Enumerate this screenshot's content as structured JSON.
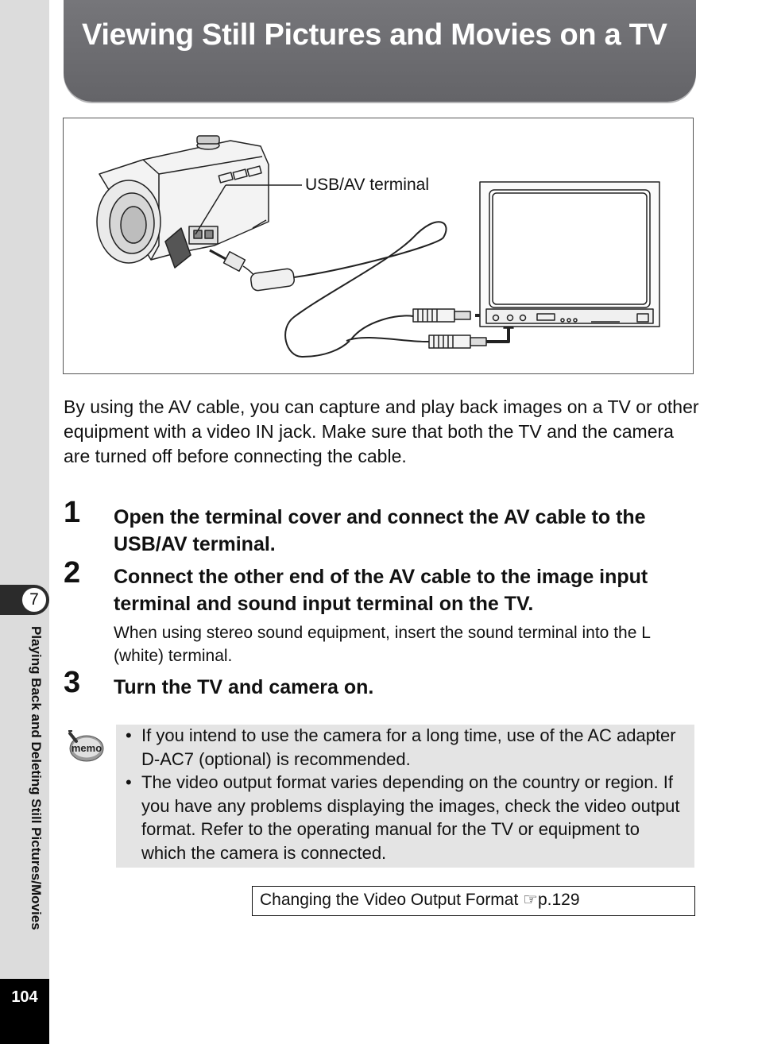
{
  "header": {
    "title": "Viewing Still Pictures and Movies on a TV"
  },
  "figure": {
    "callout": "USB/AV terminal"
  },
  "intro": "By using the AV cable, you can capture and play back images on a TV or other equipment with a video IN jack. Make sure that both the TV and the camera are turned off before connecting the cable.",
  "steps": [
    {
      "number": "1",
      "text": "Open the terminal cover and connect the AV cable to the USB/AV terminal."
    },
    {
      "number": "2",
      "text": "Connect the other end of the AV cable to the image input terminal and sound input terminal on the TV.",
      "note": "When using stereo sound equipment, insert the sound terminal into the L (white) terminal."
    },
    {
      "number": "3",
      "text": "Turn the TV and camera on."
    }
  ],
  "memo": {
    "icon_label": "memo",
    "bullet": "•",
    "items": [
      "If you intend to use the camera for a long time, use of the AC adapter D-AC7 (optional) is recommended.",
      "The video output format varies depending on the country or region. If you have any problems displaying the images, check the video output format. Refer to the operating manual for the TV or equipment to which the camera is connected."
    ]
  },
  "reference": {
    "text": "Changing the Video Output Format ",
    "symbol": "☞",
    "page": "p.129"
  },
  "side_tab": {
    "chapter_number": "7",
    "chapter_title": "Playing Back and Deleting Still Pictures/Movies"
  },
  "page_number": "104"
}
